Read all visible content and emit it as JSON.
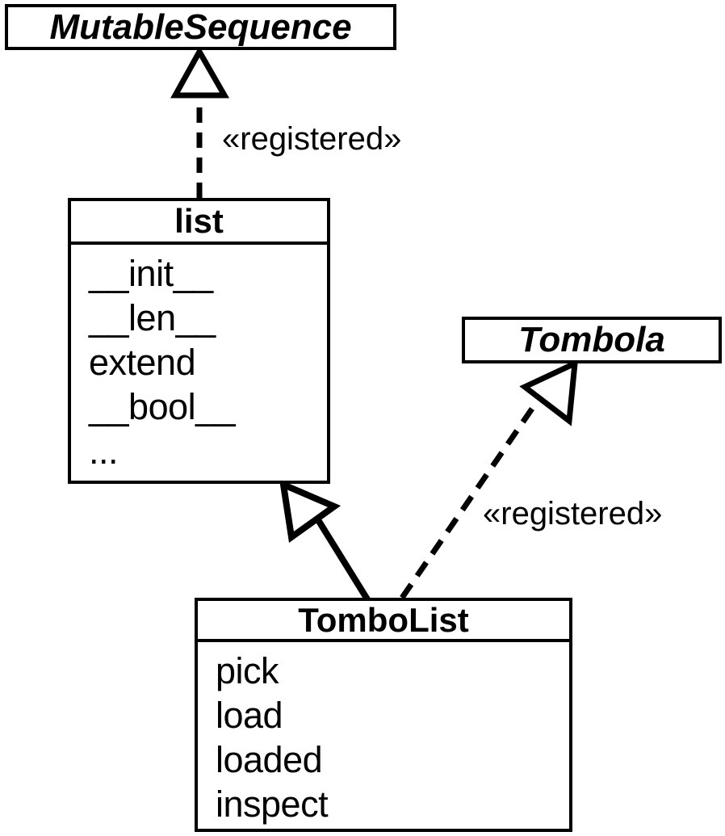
{
  "diagram": {
    "kind": "uml-class-diagram",
    "stroke_color": "#000000",
    "background_color": "#ffffff",
    "classes": [
      {
        "id": "mutablesequence",
        "name": "MutableSequence",
        "abstract": true,
        "members": []
      },
      {
        "id": "list",
        "name": "list",
        "abstract": false,
        "members": [
          "__init__",
          "__len__",
          "extend",
          "__bool__",
          "..."
        ]
      },
      {
        "id": "tombola",
        "name": "Tombola",
        "abstract": true,
        "members": []
      },
      {
        "id": "tombolist",
        "name": "TomboList",
        "abstract": false,
        "members": [
          "pick",
          "load",
          "loaded",
          "inspect"
        ]
      }
    ],
    "relationships": [
      {
        "id": "list-to-mutablesequence",
        "from": "list",
        "to": "mutablesequence",
        "style": "dashed",
        "arrow": "hollow-triangle",
        "stereotype": "«registered»"
      },
      {
        "id": "tombolist-to-list",
        "from": "tombolist",
        "to": "list",
        "style": "solid",
        "arrow": "hollow-triangle",
        "stereotype": ""
      },
      {
        "id": "tombolist-to-tombola",
        "from": "tombolist",
        "to": "tombola",
        "style": "dashed",
        "arrow": "hollow-triangle",
        "stereotype": "«registered»"
      }
    ]
  }
}
